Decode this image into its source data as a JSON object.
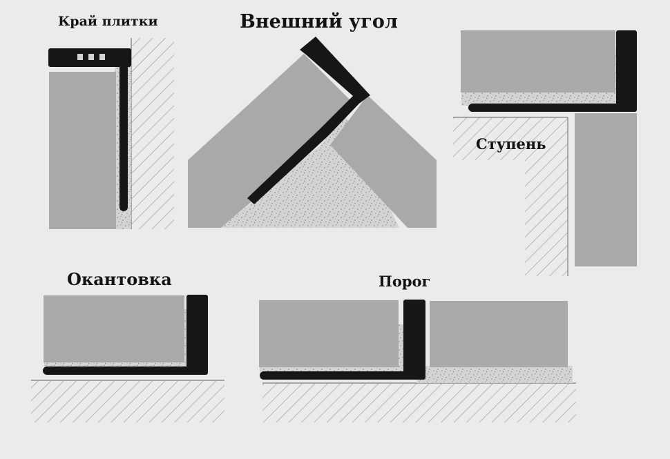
{
  "labels": {
    "tile_edge": "Край плитки",
    "outer_corner": "Внешний угол",
    "step": "Ступень",
    "edging": "Окантовка",
    "threshold": "Порог"
  },
  "colors": {
    "background": "#e9ebec",
    "tile": "#a7a9aa",
    "profile": "#161616",
    "adhesive": "#cfd1d2",
    "hatch": "#9a9a9a",
    "label": "#141414"
  }
}
